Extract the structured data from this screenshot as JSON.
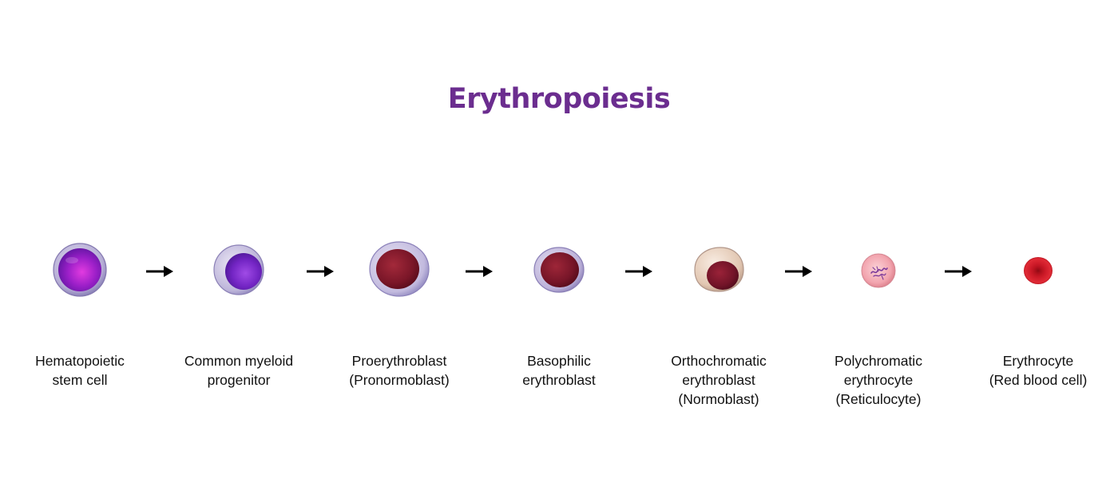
{
  "title": "Erythropoiesis",
  "colors": {
    "title": "#6b2d8f",
    "arrow": "#000000"
  },
  "stages": [
    {
      "label_lines": [
        "Hematopoietic",
        "stem cell"
      ],
      "icon": "hematopoietic-stem-cell-icon"
    },
    {
      "label_lines": [
        "Common myeloid",
        "progenitor"
      ],
      "icon": "common-myeloid-progenitor-icon"
    },
    {
      "label_lines": [
        "Proerythroblast",
        "(Pronormoblast)"
      ],
      "icon": "proerythroblast-icon"
    },
    {
      "label_lines": [
        "Basophilic",
        "erythroblast"
      ],
      "icon": "basophilic-erythroblast-icon"
    },
    {
      "label_lines": [
        "Orthochromatic",
        "erythroblast",
        "(Normoblast)"
      ],
      "icon": "orthochromatic-erythroblast-icon"
    },
    {
      "label_lines": [
        "Polychromatic",
        "erythrocyte",
        "(Reticulocyte)"
      ],
      "icon": "reticulocyte-icon"
    },
    {
      "label_lines": [
        "Erythrocyte",
        "(Red blood cell)"
      ],
      "icon": "erythrocyte-icon"
    }
  ],
  "arrows": 6
}
